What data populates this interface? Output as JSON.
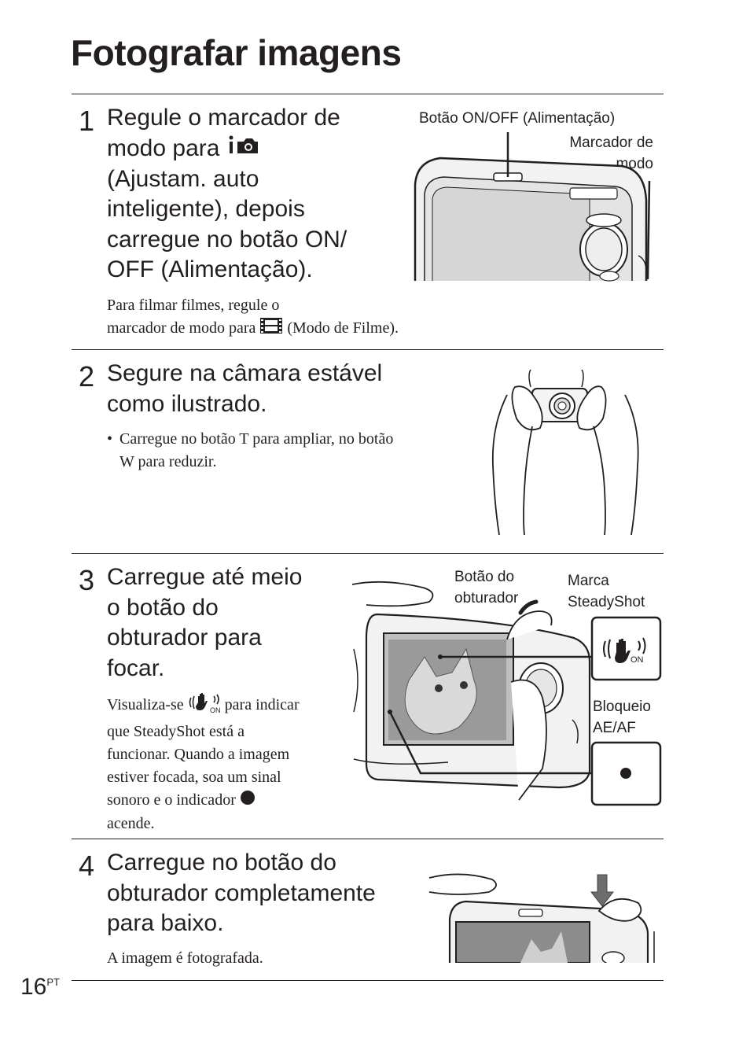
{
  "page": {
    "title": "Fotografar imagens",
    "number": "16",
    "lang_suffix": "PT"
  },
  "steps": [
    {
      "number": "1",
      "heading_lines": [
        "Regule o marcador de",
        "modo para",
        "(Ajustam. auto",
        "inteligente), depois",
        "carregue no botão ON/",
        "OFF (Alimentação)."
      ],
      "icon": "intelligent-auto-camera-icon",
      "body_line1": "Para filmar filmes, regule o",
      "body_line2a": "marcador de modo para",
      "body_line2_icon": "movie-mode-icon",
      "body_line2b": "(Modo de Filme).",
      "callouts": [
        "Botão ON/OFF (Alimentação)",
        "Marcador de",
        "modo"
      ]
    },
    {
      "number": "2",
      "heading_lines": [
        "Segure na câmara estável",
        "como ilustrado."
      ],
      "bullet_mark": "•",
      "bullet_lines": [
        "Carregue no botão T para ampliar, no botão",
        "W para reduzir."
      ]
    },
    {
      "number": "3",
      "heading_lines": [
        "Carregue até meio",
        "o botão do",
        "obturador para",
        "focar."
      ],
      "body_lines": [
        "Visualiza-se",
        "para indicar",
        "que SteadyShot está a",
        "funcionar. Quando a imagem",
        "estiver focada, soa um sinal",
        "sonoro e o indicador",
        "acende."
      ],
      "steadyshot_icon": "steadyshot-hand-icon",
      "indicator_icon": "ae-af-lock-dot-icon",
      "icon_badge": "ON",
      "callouts": {
        "shutter": [
          "Botão do",
          "obturador"
        ],
        "steadyshot": [
          "Marca",
          "SteadyShot"
        ],
        "aeaf": [
          "Bloqueio",
          "AE/AF"
        ]
      }
    },
    {
      "number": "4",
      "heading_lines": [
        "Carregue no botão do",
        "obturador completamente",
        "para baixo."
      ],
      "body": "A imagem é fotografada."
    }
  ]
}
